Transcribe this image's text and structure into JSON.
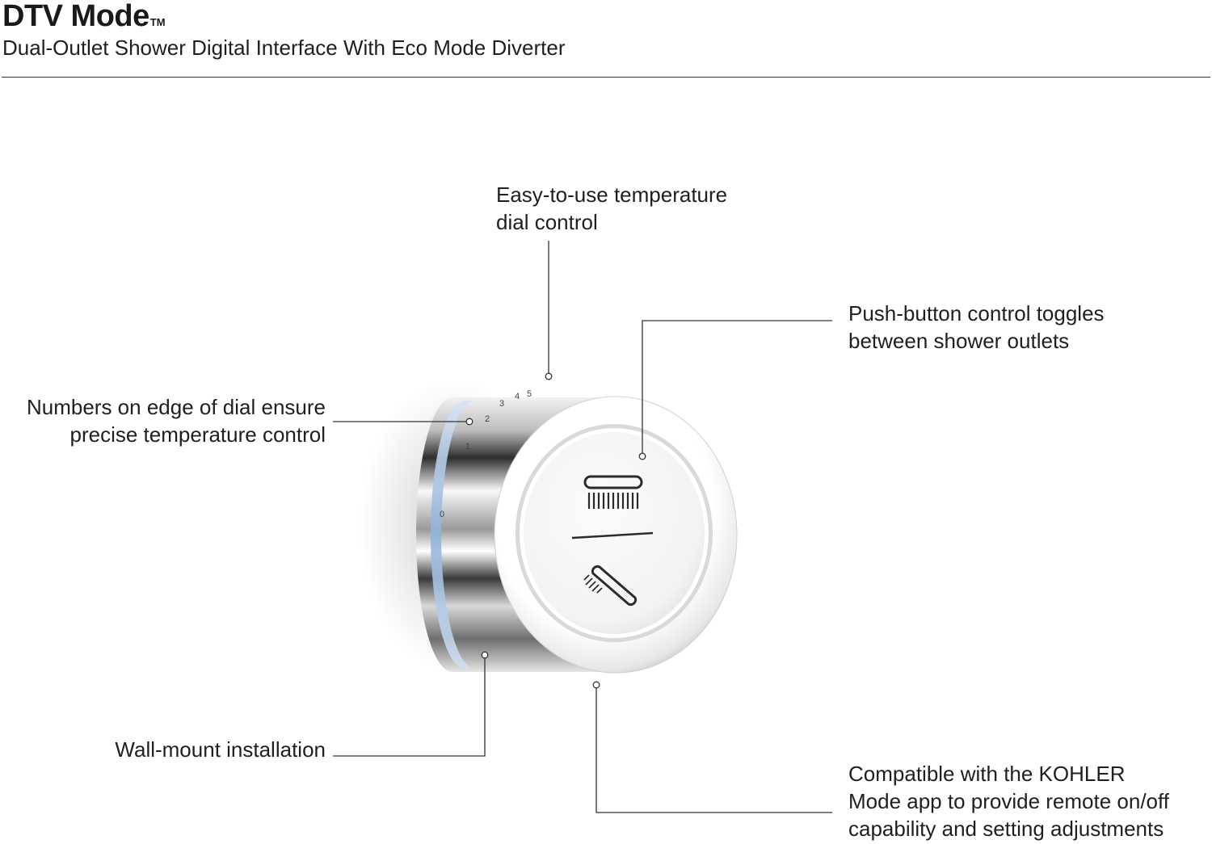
{
  "header": {
    "title": "DTV Mode",
    "trademark": "TM",
    "subtitle": "Dual-Outlet Shower Digital Interface With Eco Mode Diverter"
  },
  "callouts": {
    "temperature_dial": {
      "line1": "Easy-to-use temperature",
      "line2": "dial control"
    },
    "push_button": {
      "line1": "Push-button control toggles",
      "line2": "between shower outlets"
    },
    "numbers_edge": {
      "line1": "Numbers on edge of dial ensure",
      "line2": "precise temperature control"
    },
    "wall_mount": {
      "line1": "Wall-mount installation"
    },
    "app_compatible": {
      "line1": "Compatible with the KOHLER",
      "line2": "Mode app to provide remote on/off",
      "line3": "capability and setting adjustments"
    }
  },
  "dial_numbers": [
    "0",
    "1",
    "2",
    "3",
    "4",
    "5"
  ],
  "colors": {
    "text": "#1a1a1a",
    "leader_line": "#333333",
    "chrome_dark": "#3a3a3a",
    "chrome_light": "#f4f4f4",
    "button_face": "#f7f7f7",
    "icon": "#2b2b2b",
    "blue_band": "#8fb3dc"
  },
  "icons": {
    "overhead_shower": "rain-showerhead-icon",
    "handshower": "handshower-icon"
  }
}
